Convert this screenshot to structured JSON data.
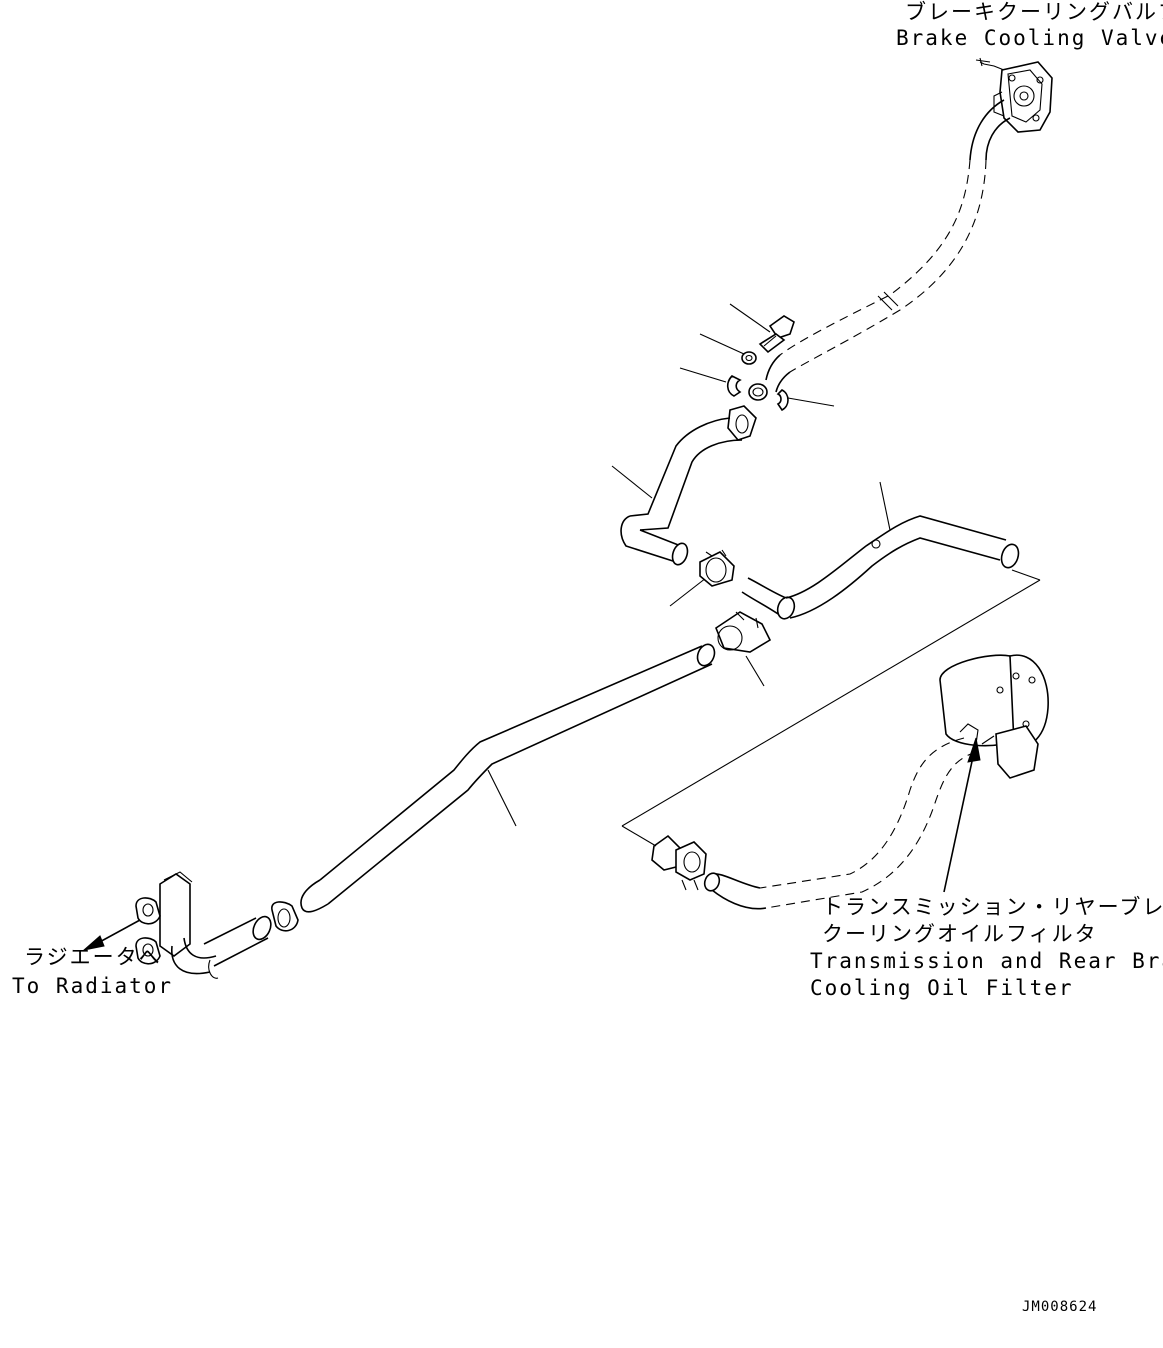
{
  "labels": {
    "brake_valve_jp": "ブレーキクーリングバルブ",
    "brake_valve_en": "Brake Cooling Valve",
    "radiator_jp": "ラジエータへ",
    "radiator_en": "To Radiator",
    "filter_jp_1": "トランスミッション・リヤーブレーキ",
    "filter_jp_2": "クーリングオイルフィルタ",
    "filter_en_1": "Transmission and Rear Brake",
    "filter_en_2": "Cooling Oil Filter"
  },
  "drawing_code": "JM008624"
}
